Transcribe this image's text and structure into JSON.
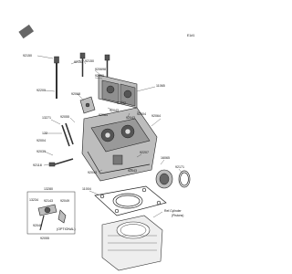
{
  "figure_code": "E1#1",
  "labels": {
    "92150": "92150",
    "92153": "92153",
    "92150b": "92150",
    "920698": "920698",
    "92150c": "92150",
    "92200": "92200",
    "11065": "11065",
    "92068": "92068",
    "92042": "92042",
    "92043": "92043",
    "92043b": "92043",
    "92004": "92004",
    "92064": "92064",
    "92064b": "92064",
    "13271": "13271",
    "92055": "92055",
    "122": "122",
    "92004b": "92004",
    "92039": "92039",
    "92118": "92118",
    "92207": "92207",
    "16065": "16065",
    "92171": "92171",
    "92043c": "92043",
    "92043d": "92043",
    "11004": "11004",
    "13280": "13280",
    "13234": "13234",
    "92143": "92143",
    "92049": "92049",
    "92049b": "92049",
    "optional": "(OPTIONAL)",
    "92055b": "92055"
  },
  "caption": {
    "line1": "Ref.Cylinder",
    "line2": "(Pistons)"
  }
}
